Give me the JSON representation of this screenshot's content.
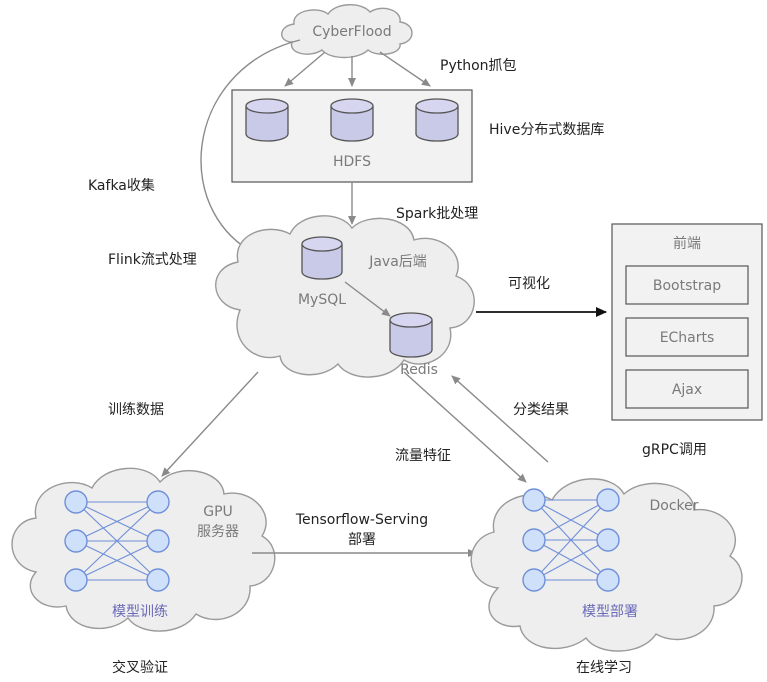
{
  "nodes": {
    "cyberflood": "CyberFlood",
    "hdfs": "HDFS",
    "java_backend": "Java后端",
    "mysql": "MySQL",
    "redis": "Redis",
    "frontend_title": "前端",
    "frontend_items": [
      "Bootstrap",
      "ECharts",
      "Ajax"
    ],
    "gpu_server_line1": "GPU",
    "gpu_server_line2": "服务器",
    "model_training": "模型训练",
    "docker": "Docker",
    "model_deploy": "模型部署"
  },
  "edge_labels": {
    "python_capture": "Python抓包",
    "hive": "Hive分布式数据库",
    "kafka": "Kafka收集",
    "spark": "Spark批处理",
    "flink": "Flink流式处理",
    "visualization": "可视化",
    "training_data": "训练数据",
    "classification_result": "分类结果",
    "traffic_features": "流量特征",
    "grpc": "gRPC调用",
    "tf_serving_line1": "Tensorflow-Serving",
    "tf_serving_line2": "部署"
  },
  "captions": {
    "cross_validation": "交叉验证",
    "online_learning": "在线学习"
  }
}
